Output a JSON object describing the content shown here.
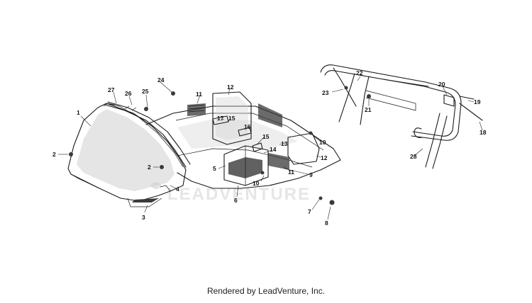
{
  "watermark": "LEADVENTURE",
  "footer": "Rendered by LeadVenture, Inc.",
  "callouts": [
    "1",
    "2",
    "2",
    "3",
    "4",
    "5",
    "6",
    "7",
    "8",
    "9",
    "10",
    "10",
    "11",
    "11",
    "12",
    "12",
    "13",
    "14",
    "15",
    "15",
    "16",
    "17",
    "18",
    "19",
    "20",
    "21",
    "22",
    "23",
    "24",
    "25",
    "26",
    "27",
    "28"
  ]
}
